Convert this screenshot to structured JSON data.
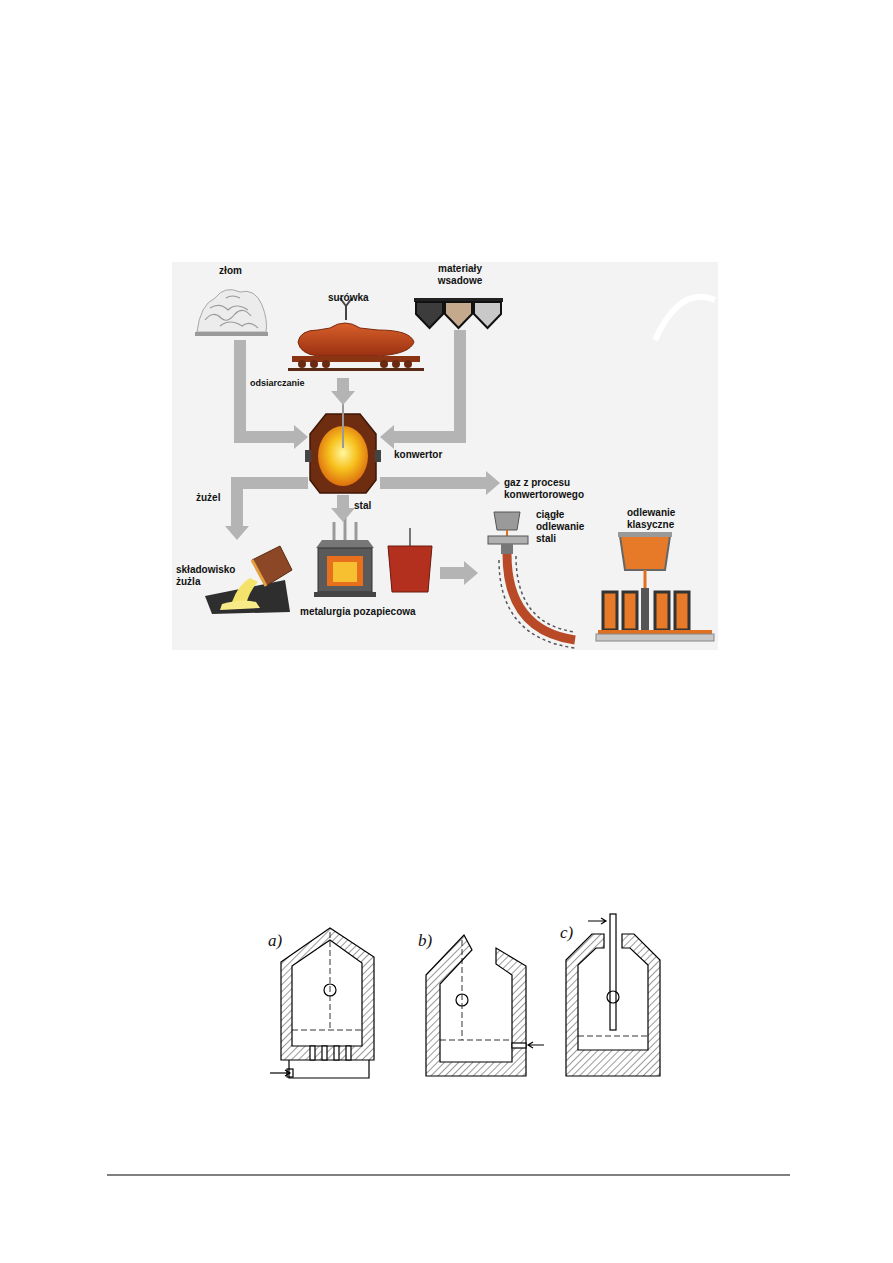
{
  "diagram": {
    "nodes": [
      {
        "text": [
          "złom"
        ]
      },
      {
        "text": [
          "surówka"
        ]
      },
      {
        "text": [
          "materiały wsadowe"
        ]
      },
      {
        "text": [
          "konwertor"
        ]
      },
      {
        "text": [
          "gaz z procesu konwertorowego"
        ]
      },
      {
        "text": [
          "składowisko żużla"
        ]
      },
      {
        "text": [
          "metalurgia pozapiecowa"
        ]
      },
      {
        "text": [
          "ciągłe odlewanie stali"
        ]
      },
      {
        "text": [
          "odlewanie klasyczne"
        ]
      }
    ],
    "edges": [
      {
        "from": 0,
        "to": 3,
        "arrow": "to"
      },
      {
        "from": 1,
        "to": 3,
        "arrow": "to"
      },
      {
        "from": 2,
        "to": 3,
        "arrow": "to"
      },
      {
        "from": 3,
        "to": 4,
        "arrow": "to"
      },
      {
        "from": 3,
        "to": 5,
        "label": "żużel",
        "arrow": "to"
      },
      {
        "from": 3,
        "to": 6,
        "label": "stal",
        "arrow": "to"
      },
      {
        "from": 6,
        "to": 7,
        "arrow": "to"
      }
    ],
    "labels": [
      "odsiarczanie",
      "a)",
      "b)",
      "c)"
    ]
  }
}
